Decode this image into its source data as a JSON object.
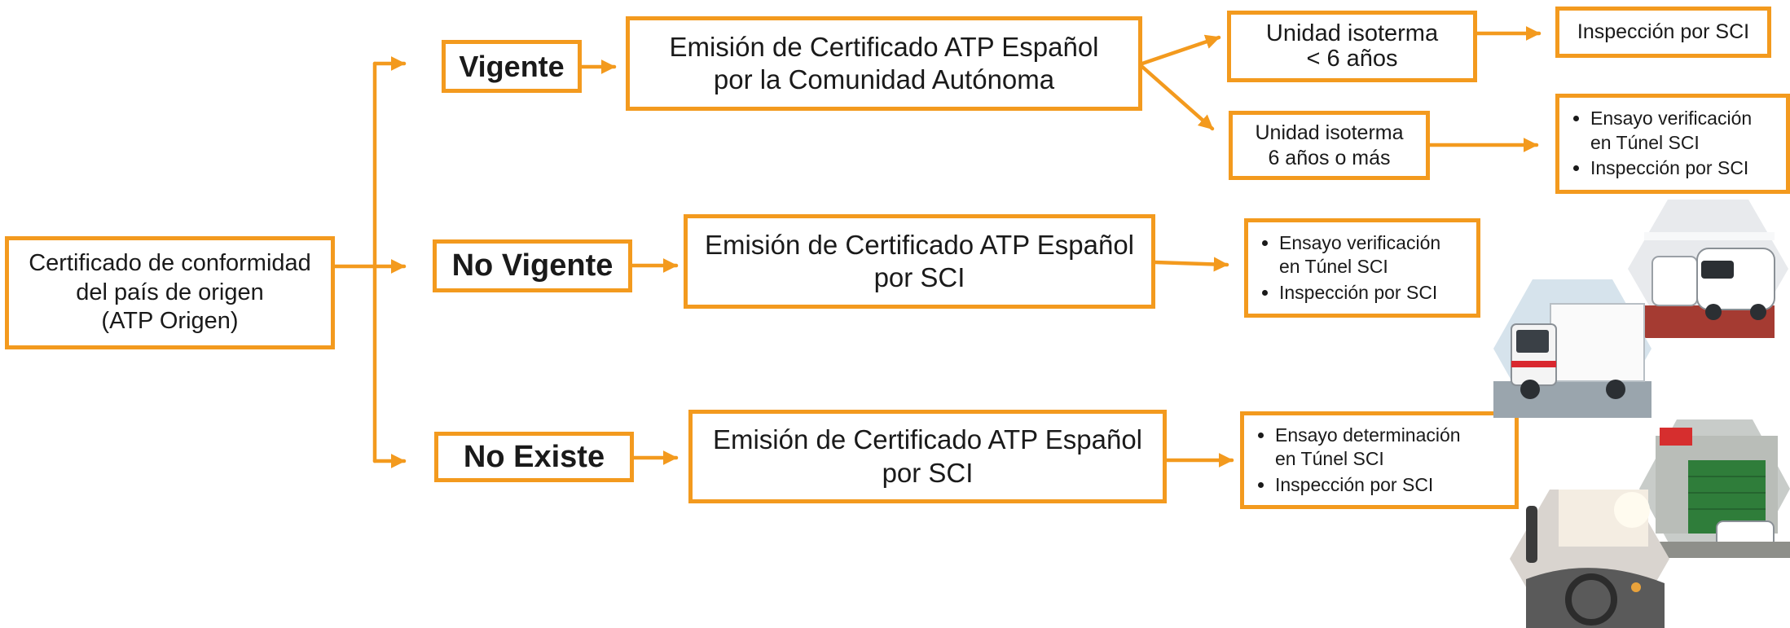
{
  "colors": {
    "accent": "#f39a1e",
    "text": "#1a1a1a",
    "background": "#ffffff"
  },
  "diagram": {
    "origin": {
      "text": "Certificado de conformidad\ndel país de origen\n(ATP Origen)"
    },
    "branches": {
      "vigente": {
        "label": "Vigente",
        "emission": "Emisión de Certificado ATP Español\npor la Comunidad Autónoma",
        "sub_young": {
          "label": "Unidad isoterma\n< 6 años",
          "result": "Inspección  por SCI"
        },
        "sub_old": {
          "label": "Unidad isoterma\n6 años o más",
          "results": [
            "Ensayo verificación\nen Túnel SCI",
            "Inspección por SCI"
          ]
        }
      },
      "no_vigente": {
        "label": "No Vigente",
        "emission": "Emisión de Certificado ATP Español\npor SCI",
        "results": [
          "Ensayo verificación\nen Túnel SCI",
          "Inspección por SCI"
        ]
      },
      "no_existe": {
        "label": "No Existe",
        "emission": "Emisión de Certificado ATP Español\npor SCI",
        "results": [
          "Ensayo determinación\nen Túnel SCI",
          "Inspección por SCI"
        ]
      }
    }
  },
  "photos": [
    {
      "icon": "white-vans-in-garage-photo"
    },
    {
      "icon": "refrigerated-truck-photo"
    },
    {
      "icon": "sci-facility-building-photo"
    },
    {
      "icon": "truck-cab-interior-photo"
    }
  ]
}
